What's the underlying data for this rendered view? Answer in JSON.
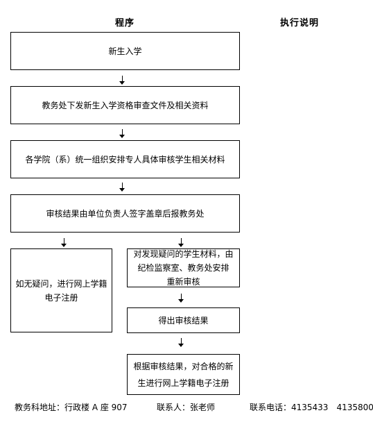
{
  "headers": {
    "procedure": "程序",
    "explanation": "执行说明"
  },
  "steps": {
    "s1": "新生入学",
    "s2": "教务处下发新生入学资格审查文件及相关资料",
    "s3": "各学院（系）统一组织安排专人具体审核学生相关材料",
    "s4": "审核结果由单位负责人签字盖章后报教务处",
    "left_branch": [
      "如无疑问，进行网上学籍",
      "电子注册"
    ],
    "right_branch": [
      "对发现疑问的学生材料，由",
      "纪检监察室、教务处安排",
      "重新审核"
    ],
    "result": "得出审核结果",
    "final": [
      "根据审核结果，对合格的新",
      "生进行网上学籍电子注册"
    ]
  },
  "footer": {
    "address": "教务科地址：行政楼 A 座 907",
    "contact": "联系人：张老师",
    "phone": "联系电话：4135433　4135800"
  }
}
